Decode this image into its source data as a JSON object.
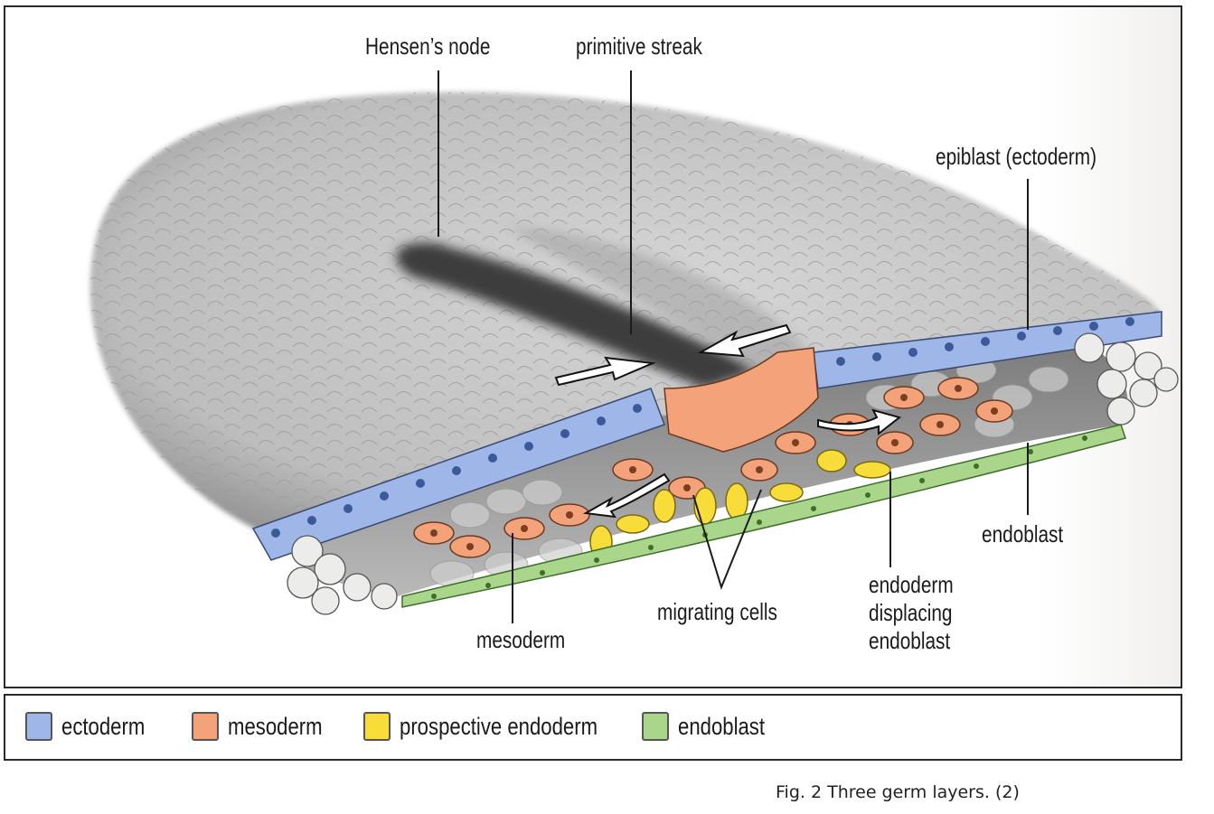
{
  "figure": {
    "caption": "Fig. 2 Three germ layers.  (2)",
    "labels": {
      "hensens_node": "Hensen’s node",
      "primitive_streak": "primitive streak",
      "epiblast": "epiblast (ectoderm)",
      "endoblast": "endoblast",
      "mesoderm": "mesoderm",
      "migrating_cells": "migrating cells",
      "endoderm_line1": "endoderm",
      "endoderm_line2": "displacing",
      "endoderm_line3": "endoblast"
    }
  },
  "legend": {
    "items": [
      {
        "label": "ectoderm",
        "color": "#9fb6e8"
      },
      {
        "label": "mesoderm",
        "color": "#f4a27a"
      },
      {
        "label": "prospective endoderm",
        "color": "#f7dc3a"
      },
      {
        "label": "endoblast",
        "color": "#a9d68a"
      }
    ]
  },
  "colors": {
    "ectoderm": "#9fb6e8",
    "mesoderm": "#f4a27a",
    "prospective_endoderm": "#f7dc3a",
    "endoblast": "#a9d68a",
    "embryo_surface": "#c9c9c9",
    "outline": "#2a2a2a"
  }
}
